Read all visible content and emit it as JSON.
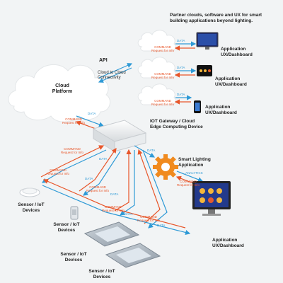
{
  "header": {
    "partner_text": "Partner clouds, software and UX for smart building applications beyond lighting."
  },
  "api": {
    "label": "API",
    "sub": "Cloud to Cloud Connectivity"
  },
  "cloud_platform": "Cloud Platform",
  "gateway": "IOT Gateway / Cloud Edge Computing Device",
  "smart_lighting": "Smart Lighting Application",
  "app_dashboard_top": [
    "Application UX/Dashboard",
    "Application UX/Dashboard",
    "Application UX/Dashboard"
  ],
  "app_dashboard_bottom": "Application UX/Dashboard",
  "sensors": [
    "Sensor / IoT Devices",
    "Sensor / IoT Devices",
    "Sensor / IoT Devices",
    "Sensor / IoT Devices"
  ],
  "flow_labels": {
    "command": "COMMAND",
    "request": "Request for Info",
    "data": "DATA",
    "analytics": "ANALYTICS"
  },
  "colors": {
    "data_arrow": "#2f9ad6",
    "command_arrow": "#e8562a",
    "gear": "#f08a1e",
    "cloud": "#ffffff"
  }
}
